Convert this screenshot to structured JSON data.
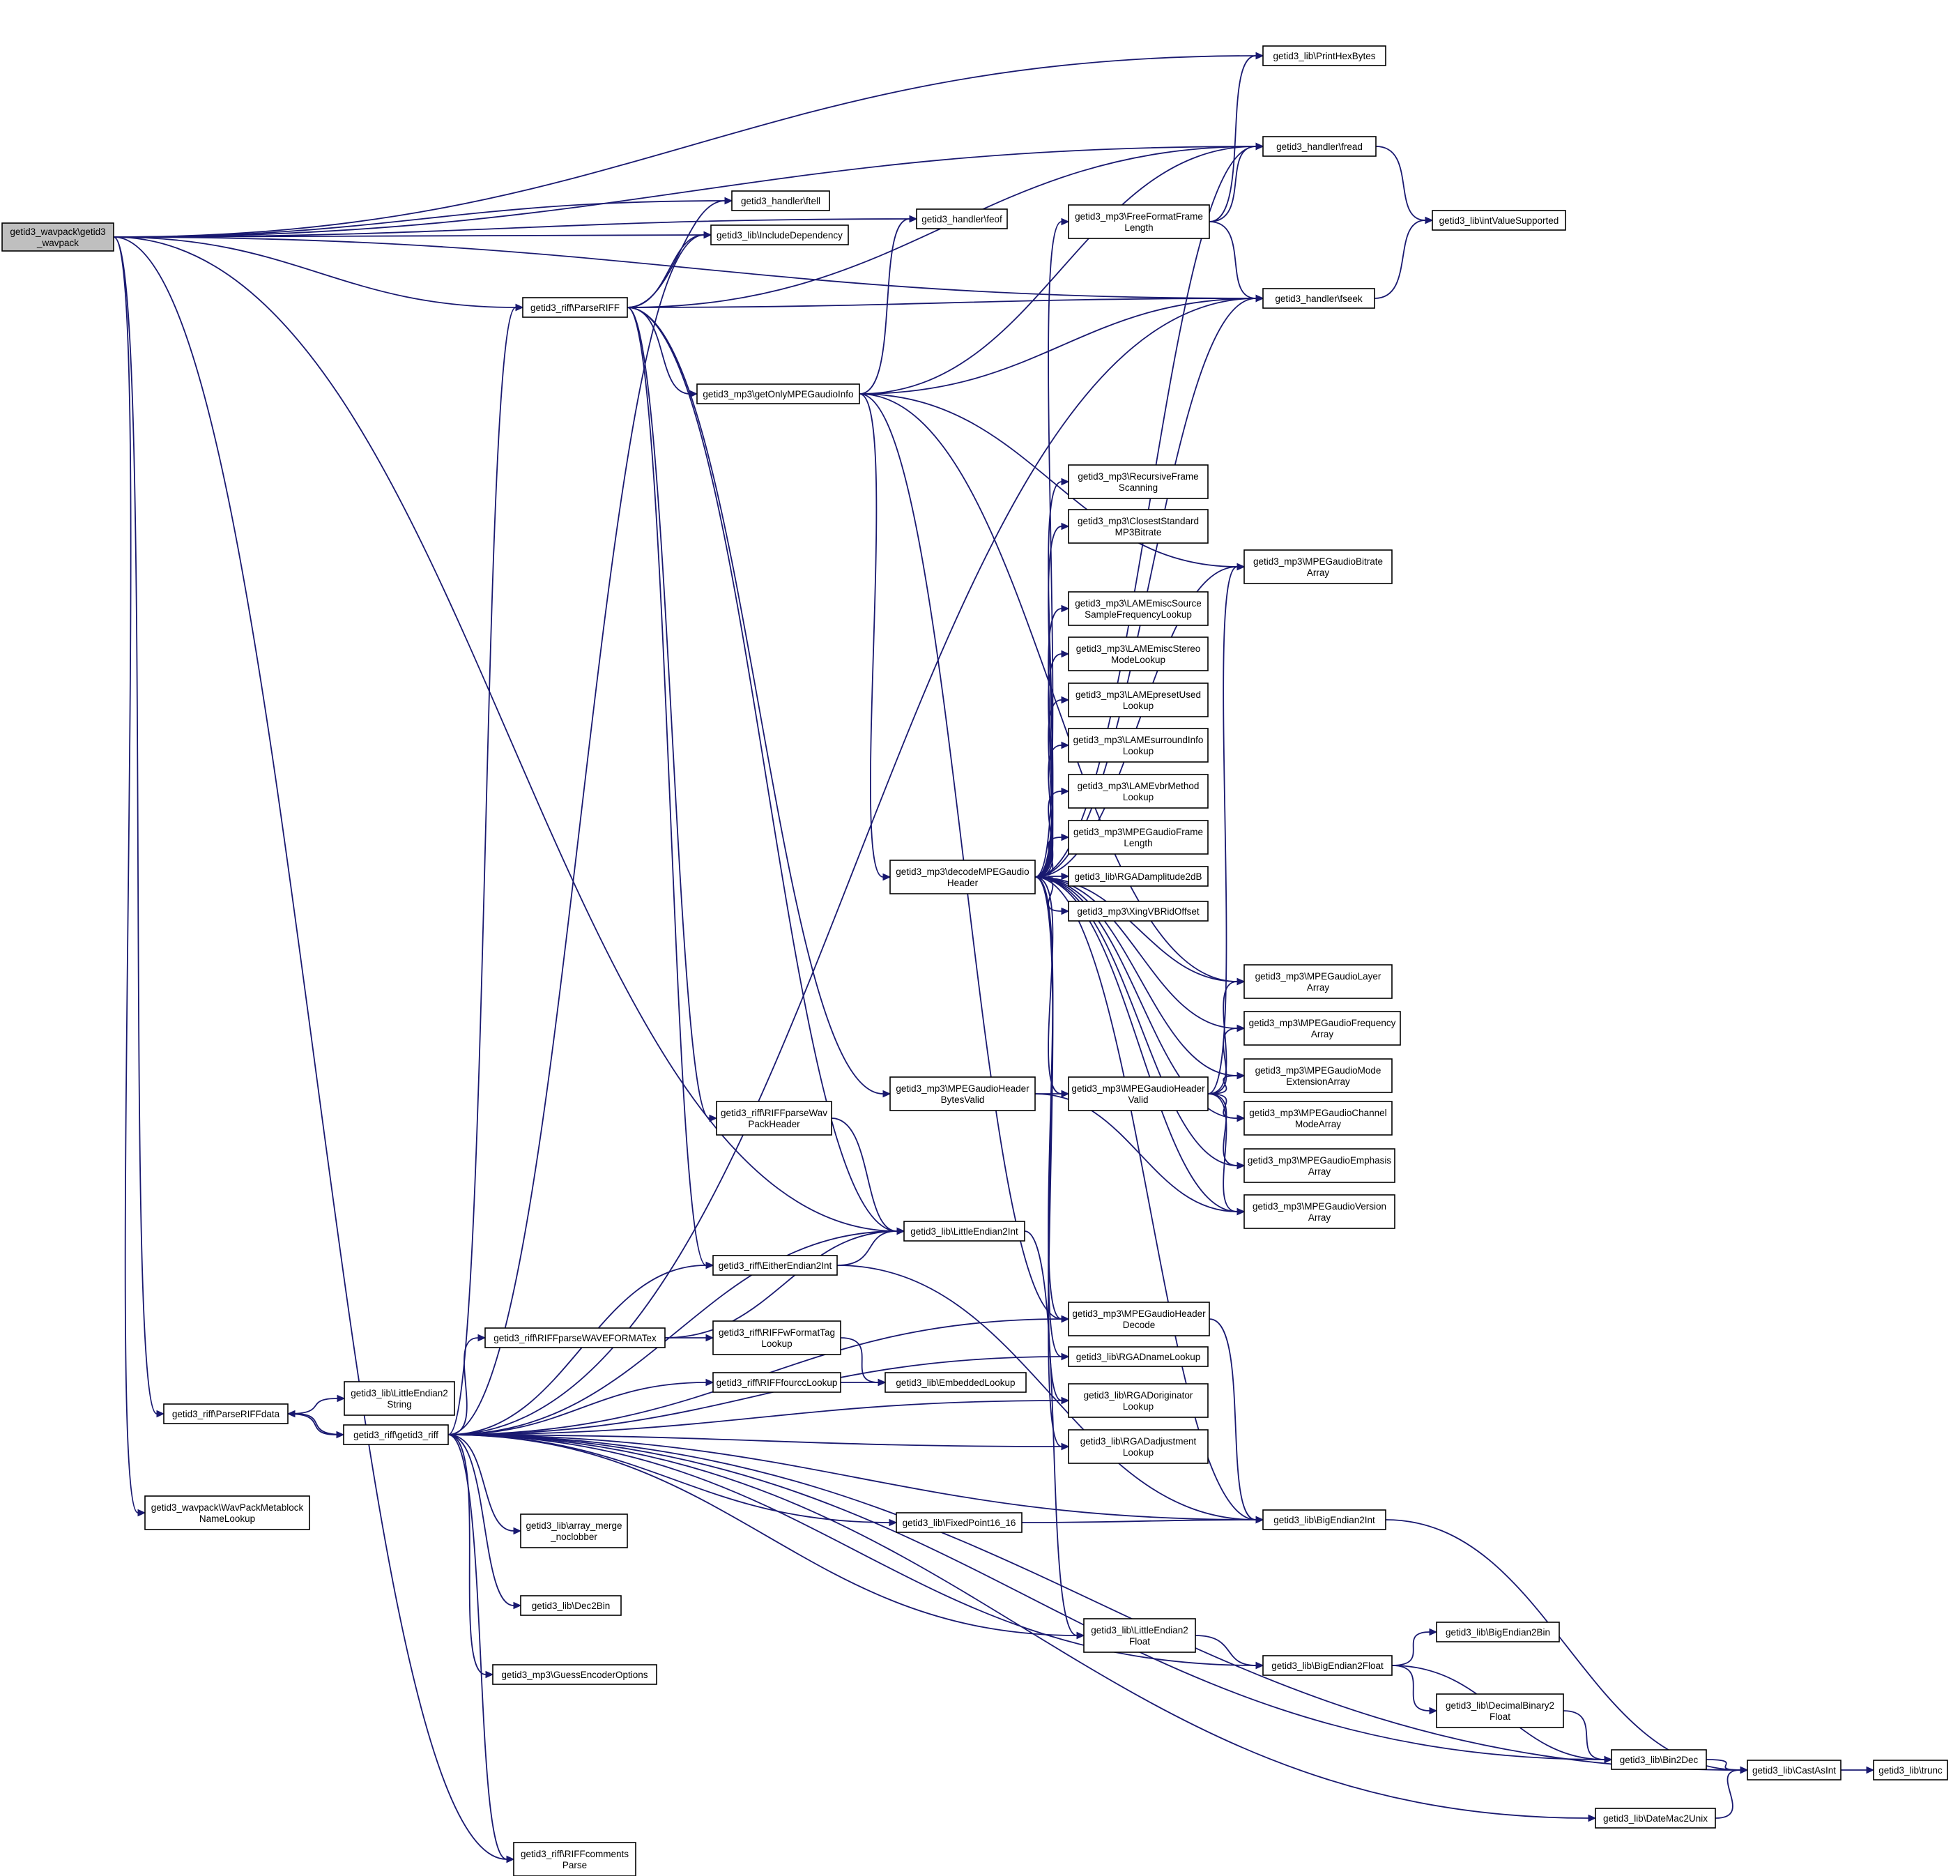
{
  "nodes": [
    {
      "id": "root",
      "lines": [
        "getid3_wavpack\\getid3",
        "_wavpack"
      ],
      "root": true
    },
    {
      "id": "printhex",
      "lines": [
        "getid3_lib\\PrintHexBytes"
      ]
    },
    {
      "id": "fread",
      "lines": [
        "getid3_handler\\fread"
      ]
    },
    {
      "id": "ftell",
      "lines": [
        "getid3_handler\\ftell"
      ]
    },
    {
      "id": "incdep",
      "lines": [
        "getid3_lib\\IncludeDependency"
      ]
    },
    {
      "id": "feof",
      "lines": [
        "getid3_handler\\feof"
      ]
    },
    {
      "id": "intvalsup",
      "lines": [
        "getid3_lib\\intValueSupported"
      ]
    },
    {
      "id": "freeformat",
      "lines": [
        "getid3_mp3\\FreeFormatFrame",
        "Length"
      ]
    },
    {
      "id": "fseek",
      "lines": [
        "getid3_handler\\fseek"
      ]
    },
    {
      "id": "parseriff",
      "lines": [
        "getid3_riff\\ParseRIFF"
      ]
    },
    {
      "id": "getonly",
      "lines": [
        "getid3_mp3\\getOnlyMPEGaudioInfo"
      ]
    },
    {
      "id": "recursive",
      "lines": [
        "getid3_mp3\\RecursiveFrame",
        "Scanning"
      ]
    },
    {
      "id": "closest",
      "lines": [
        "getid3_mp3\\ClosestStandard",
        "MP3Bitrate"
      ]
    },
    {
      "id": "bitrate",
      "lines": [
        "getid3_mp3\\MPEGaudioBitrate",
        "Array"
      ]
    },
    {
      "id": "lamemisc",
      "lines": [
        "getid3_mp3\\LAMEmiscSource",
        "SampleFrequencyLookup"
      ]
    },
    {
      "id": "lamestereo",
      "lines": [
        "getid3_mp3\\LAMEmiscStereo",
        "ModeLookup"
      ]
    },
    {
      "id": "lamepreset",
      "lines": [
        "getid3_mp3\\LAMEpresetUsed",
        "Lookup"
      ]
    },
    {
      "id": "lamesurround",
      "lines": [
        "getid3_mp3\\LAMEsurroundInfo",
        "Lookup"
      ]
    },
    {
      "id": "lamevbr",
      "lines": [
        "getid3_mp3\\LAMEvbrMethod",
        "Lookup"
      ]
    },
    {
      "id": "framelen",
      "lines": [
        "getid3_mp3\\MPEGaudioFrame",
        "Length"
      ]
    },
    {
      "id": "decode",
      "lines": [
        "getid3_mp3\\decodeMPEGaudio",
        "Header"
      ]
    },
    {
      "id": "rgadamp",
      "lines": [
        "getid3_lib\\RGADamplitude2dB"
      ]
    },
    {
      "id": "xing",
      "lines": [
        "getid3_mp3\\XingVBRidOffset"
      ]
    },
    {
      "id": "layer",
      "lines": [
        "getid3_mp3\\MPEGaudioLayer",
        "Array"
      ]
    },
    {
      "id": "freq",
      "lines": [
        "getid3_mp3\\MPEGaudioFrequency",
        "Array"
      ]
    },
    {
      "id": "modeext",
      "lines": [
        "getid3_mp3\\MPEGaudioMode",
        "ExtensionArray"
      ]
    },
    {
      "id": "bytesvalid",
      "lines": [
        "getid3_mp3\\MPEGaudioHeader",
        "BytesValid"
      ]
    },
    {
      "id": "hvalid",
      "lines": [
        "getid3_mp3\\MPEGaudioHeader",
        "Valid"
      ]
    },
    {
      "id": "channel",
      "lines": [
        "getid3_mp3\\MPEGaudioChannel",
        "ModeArray"
      ]
    },
    {
      "id": "wavpackhdr",
      "lines": [
        "getid3_riff\\RIFFparseWav",
        "PackHeader"
      ]
    },
    {
      "id": "emphasis",
      "lines": [
        "getid3_mp3\\MPEGaudioEmphasis",
        "Array"
      ]
    },
    {
      "id": "version",
      "lines": [
        "getid3_mp3\\MPEGaudioVersion",
        "Array"
      ]
    },
    {
      "id": "le2int",
      "lines": [
        "getid3_lib\\LittleEndian2Int"
      ]
    },
    {
      "id": "either",
      "lines": [
        "getid3_riff\\EitherEndian2Int"
      ]
    },
    {
      "id": "hdecode",
      "lines": [
        "getid3_mp3\\MPEGaudioHeader",
        "Decode"
      ]
    },
    {
      "id": "waveformatex",
      "lines": [
        "getid3_riff\\RIFFparseWAVEFORMATex"
      ]
    },
    {
      "id": "wformattag",
      "lines": [
        "getid3_riff\\RIFFwFormatTag",
        "Lookup"
      ]
    },
    {
      "id": "rgadname",
      "lines": [
        "getid3_lib\\RGADnameLookup"
      ]
    },
    {
      "id": "le2string",
      "lines": [
        "getid3_lib\\LittleEndian2",
        "String"
      ]
    },
    {
      "id": "fourcc",
      "lines": [
        "getid3_riff\\RIFFfourccLookup"
      ]
    },
    {
      "id": "embedded",
      "lines": [
        "getid3_lib\\EmbeddedLookup"
      ]
    },
    {
      "id": "rgadorig",
      "lines": [
        "getid3_lib\\RGADoriginator",
        "Lookup"
      ]
    },
    {
      "id": "parseriffdata",
      "lines": [
        "getid3_riff\\ParseRIFFdata"
      ]
    },
    {
      "id": "getid3riff",
      "lines": [
        "getid3_riff\\getid3_riff"
      ]
    },
    {
      "id": "rgadadj",
      "lines": [
        "getid3_lib\\RGADadjustment",
        "Lookup"
      ]
    },
    {
      "id": "metablock",
      "lines": [
        "getid3_wavpack\\WavPackMetablock",
        "NameLookup"
      ]
    },
    {
      "id": "fixedpoint",
      "lines": [
        "getid3_lib\\FixedPoint16_16"
      ]
    },
    {
      "id": "be2int",
      "lines": [
        "getid3_lib\\BigEndian2Int"
      ]
    },
    {
      "id": "arraymerge",
      "lines": [
        "getid3_lib\\array_merge",
        "_noclobber"
      ]
    },
    {
      "id": "dec2bin",
      "lines": [
        "getid3_lib\\Dec2Bin"
      ]
    },
    {
      "id": "le2float",
      "lines": [
        "getid3_lib\\LittleEndian2",
        "Float"
      ]
    },
    {
      "id": "be2bin",
      "lines": [
        "getid3_lib\\BigEndian2Bin"
      ]
    },
    {
      "id": "be2float",
      "lines": [
        "getid3_lib\\BigEndian2Float"
      ]
    },
    {
      "id": "guessenc",
      "lines": [
        "getid3_mp3\\GuessEncoderOptions"
      ]
    },
    {
      "id": "decbin2float",
      "lines": [
        "getid3_lib\\DecimalBinary2",
        "Float"
      ]
    },
    {
      "id": "bin2dec",
      "lines": [
        "getid3_lib\\Bin2Dec"
      ]
    },
    {
      "id": "castasint",
      "lines": [
        "getid3_lib\\CastAsInt"
      ]
    },
    {
      "id": "trunc",
      "lines": [
        "getid3_lib\\trunc"
      ]
    },
    {
      "id": "datemac",
      "lines": [
        "getid3_lib\\DateMac2Unix"
      ]
    },
    {
      "id": "comments",
      "lines": [
        "getid3_riff\\RIFFcomments",
        "Parse"
      ]
    }
  ],
  "edges": [
    [
      "root",
      "printhex"
    ],
    [
      "root",
      "fread"
    ],
    [
      "root",
      "ftell"
    ],
    [
      "root",
      "incdep"
    ],
    [
      "root",
      "feof"
    ],
    [
      "root",
      "fseek"
    ],
    [
      "root",
      "parseriff"
    ],
    [
      "root",
      "le2int"
    ],
    [
      "root",
      "parseriffdata"
    ],
    [
      "root",
      "metablock"
    ],
    [
      "root",
      "comments"
    ],
    [
      "parseriff",
      "ftell"
    ],
    [
      "parseriff",
      "incdep"
    ],
    [
      "parseriff",
      "fread"
    ],
    [
      "parseriff",
      "fseek"
    ],
    [
      "parseriff",
      "getonly"
    ],
    [
      "parseriff",
      "bytesvalid"
    ],
    [
      "parseriff",
      "wavpackhdr"
    ],
    [
      "parseriff",
      "le2int"
    ],
    [
      "parseriff",
      "either"
    ],
    [
      "getonly",
      "feof"
    ],
    [
      "getonly",
      "fread"
    ],
    [
      "getonly",
      "fseek"
    ],
    [
      "getonly",
      "bitrate"
    ],
    [
      "getonly",
      "decode"
    ],
    [
      "getonly",
      "layer"
    ],
    [
      "getonly",
      "hdecode"
    ],
    [
      "decode",
      "fread"
    ],
    [
      "decode",
      "freeformat"
    ],
    [
      "decode",
      "fseek"
    ],
    [
      "decode",
      "recursive"
    ],
    [
      "decode",
      "closest"
    ],
    [
      "decode",
      "bitrate"
    ],
    [
      "decode",
      "lamemisc"
    ],
    [
      "decode",
      "lamestereo"
    ],
    [
      "decode",
      "lamepreset"
    ],
    [
      "decode",
      "lamesurround"
    ],
    [
      "decode",
      "lamevbr"
    ],
    [
      "decode",
      "framelen"
    ],
    [
      "decode",
      "rgadamp"
    ],
    [
      "decode",
      "xing"
    ],
    [
      "decode",
      "layer"
    ],
    [
      "decode",
      "freq"
    ],
    [
      "decode",
      "modeext"
    ],
    [
      "decode",
      "hvalid"
    ],
    [
      "decode",
      "channel"
    ],
    [
      "decode",
      "emphasis"
    ],
    [
      "decode",
      "version"
    ],
    [
      "decode",
      "hdecode"
    ],
    [
      "decode",
      "rgadname"
    ],
    [
      "decode",
      "rgadorig"
    ],
    [
      "decode",
      "rgadadj"
    ],
    [
      "decode",
      "be2int"
    ],
    [
      "freeformat",
      "printhex"
    ],
    [
      "freeformat",
      "fread"
    ],
    [
      "freeformat",
      "fseek"
    ],
    [
      "fread",
      "intvalsup"
    ],
    [
      "fseek",
      "intvalsup"
    ],
    [
      "bytesvalid",
      "hvalid"
    ],
    [
      "bytesvalid",
      "version"
    ],
    [
      "hvalid",
      "bitrate"
    ],
    [
      "hvalid",
      "layer"
    ],
    [
      "hvalid",
      "freq"
    ],
    [
      "hvalid",
      "modeext"
    ],
    [
      "hvalid",
      "channel"
    ],
    [
      "hvalid",
      "emphasis"
    ],
    [
      "hvalid",
      "version"
    ],
    [
      "hdecode",
      "be2int"
    ],
    [
      "wavpackhdr",
      "le2int"
    ],
    [
      "either",
      "le2int"
    ],
    [
      "either",
      "be2int"
    ],
    [
      "le2int",
      "le2float"
    ],
    [
      "waveformatex",
      "le2int"
    ],
    [
      "waveformatex",
      "wformattag"
    ],
    [
      "wformattag",
      "embedded"
    ],
    [
      "fourcc",
      "embedded"
    ],
    [
      "parseriffdata",
      "le2string"
    ],
    [
      "parseriffdata",
      "getid3riff"
    ],
    [
      "getid3riff",
      "parseriffdata"
    ],
    [
      "getid3riff",
      "incdep"
    ],
    [
      "getid3riff",
      "parseriff"
    ],
    [
      "getid3riff",
      "fseek"
    ],
    [
      "getid3riff",
      "le2int"
    ],
    [
      "getid3riff",
      "either"
    ],
    [
      "getid3riff",
      "waveformatex"
    ],
    [
      "getid3riff",
      "fourcc"
    ],
    [
      "getid3riff",
      "rgadorig"
    ],
    [
      "getid3riff",
      "rgadadj"
    ],
    [
      "getid3riff",
      "rgadname"
    ],
    [
      "getid3riff",
      "hdecode"
    ],
    [
      "getid3riff",
      "fixedpoint"
    ],
    [
      "getid3riff",
      "be2int"
    ],
    [
      "getid3riff",
      "arraymerge"
    ],
    [
      "getid3riff",
      "dec2bin"
    ],
    [
      "getid3riff",
      "guessenc"
    ],
    [
      "getid3riff",
      "le2float"
    ],
    [
      "getid3riff",
      "be2float"
    ],
    [
      "getid3riff",
      "bin2dec"
    ],
    [
      "getid3riff",
      "castasint"
    ],
    [
      "getid3riff",
      "datemac"
    ],
    [
      "getid3riff",
      "comments"
    ],
    [
      "fixedpoint",
      "be2int"
    ],
    [
      "be2int",
      "castasint"
    ],
    [
      "le2float",
      "be2float"
    ],
    [
      "be2float",
      "be2bin"
    ],
    [
      "be2float",
      "decbin2float"
    ],
    [
      "be2float",
      "bin2dec"
    ],
    [
      "decbin2float",
      "bin2dec"
    ],
    [
      "bin2dec",
      "castasint"
    ],
    [
      "castasint",
      "trunc"
    ],
    [
      "datemac",
      "castasint"
    ]
  ]
}
